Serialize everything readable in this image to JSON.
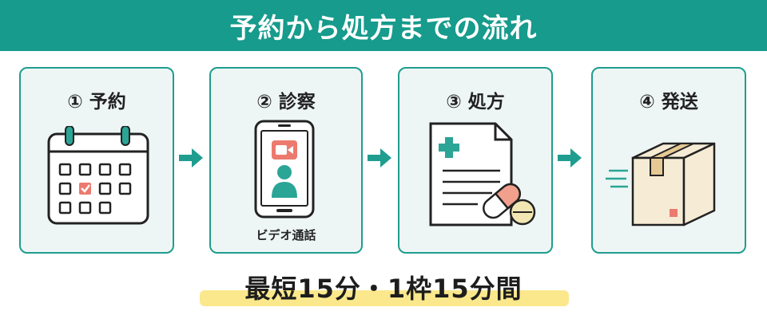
{
  "title": "予約から処方までの流れ",
  "steps": [
    {
      "label": "① 予約",
      "icon": "calendar-icon"
    },
    {
      "label": "② 診察",
      "icon": "smartphone-video-call-icon",
      "caption": "ビデオ通話"
    },
    {
      "label": "③ 処方",
      "icon": "prescription-document-icon"
    },
    {
      "label": "④ 発送",
      "icon": "shipping-box-icon"
    }
  ],
  "footer": "最短15分・1枠15分間",
  "colors": {
    "teal": "#169b8c",
    "card_bg": "#eef6f5",
    "accent_red": "#ec7a6e",
    "highlight": "#fbe88c"
  }
}
